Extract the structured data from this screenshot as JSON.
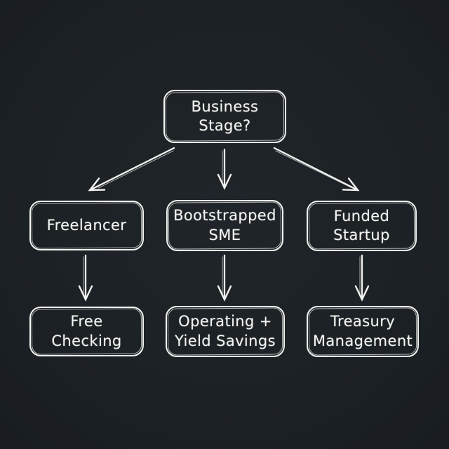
{
  "theme": {
    "background_color": "#1c2125",
    "ink_color": "#f3f4f1"
  },
  "flowchart": {
    "type": "decision-tree",
    "root": {
      "label": "Business Stage?",
      "lines": [
        "Business",
        "Stage?"
      ]
    },
    "branches": [
      {
        "stage": {
          "label": "Freelancer",
          "lines": [
            "Freelancer"
          ]
        },
        "product": {
          "label": "Free Checking",
          "lines": [
            "Free",
            "Checking"
          ]
        }
      },
      {
        "stage": {
          "label": "Bootstrapped SME",
          "lines": [
            "Bootstrapped",
            "SME"
          ]
        },
        "product": {
          "label": "Operating + Yield Savings",
          "lines": [
            "Operating +",
            "Yield Savings"
          ]
        }
      },
      {
        "stage": {
          "label": "Funded Startup",
          "lines": [
            "Funded",
            "Startup"
          ]
        },
        "product": {
          "label": "Treasury Management",
          "lines": [
            "Treasury",
            "Management"
          ]
        }
      }
    ]
  }
}
